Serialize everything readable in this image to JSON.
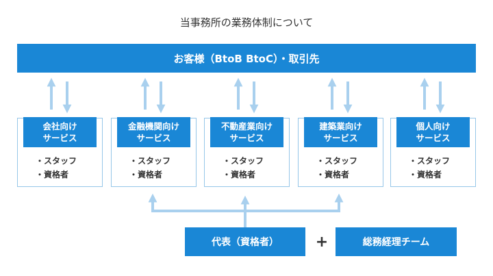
{
  "title": "当事務所の業務体制について",
  "top_bar": {
    "label": "お客様（BtoB BtoC）・取引先"
  },
  "services": [
    {
      "line1": "会社向け",
      "line2": "サービス",
      "items": [
        "・スタッフ",
        "・資格者"
      ]
    },
    {
      "line1": "金融機関向け",
      "line2": "サービス",
      "items": [
        "・スタッフ",
        "・資格者"
      ]
    },
    {
      "line1": "不動産業向け",
      "line2": "サービス",
      "items": [
        "・スタッフ",
        "・資格者"
      ]
    },
    {
      "line1": "建築業向け",
      "line2": "サービス",
      "items": [
        "・スタッフ",
        "・資格者"
      ]
    },
    {
      "line1": "個人向け",
      "line2": "サービス",
      "items": [
        "・スタッフ",
        "・資格者"
      ]
    }
  ],
  "bottom": {
    "representative": "代表（資格者）",
    "plus": "+",
    "team": "総務経理チーム"
  },
  "colors": {
    "primary": "#1a87d6",
    "arrow": "#a9d0ee",
    "border": "#95c6e8",
    "text": "#333333"
  }
}
